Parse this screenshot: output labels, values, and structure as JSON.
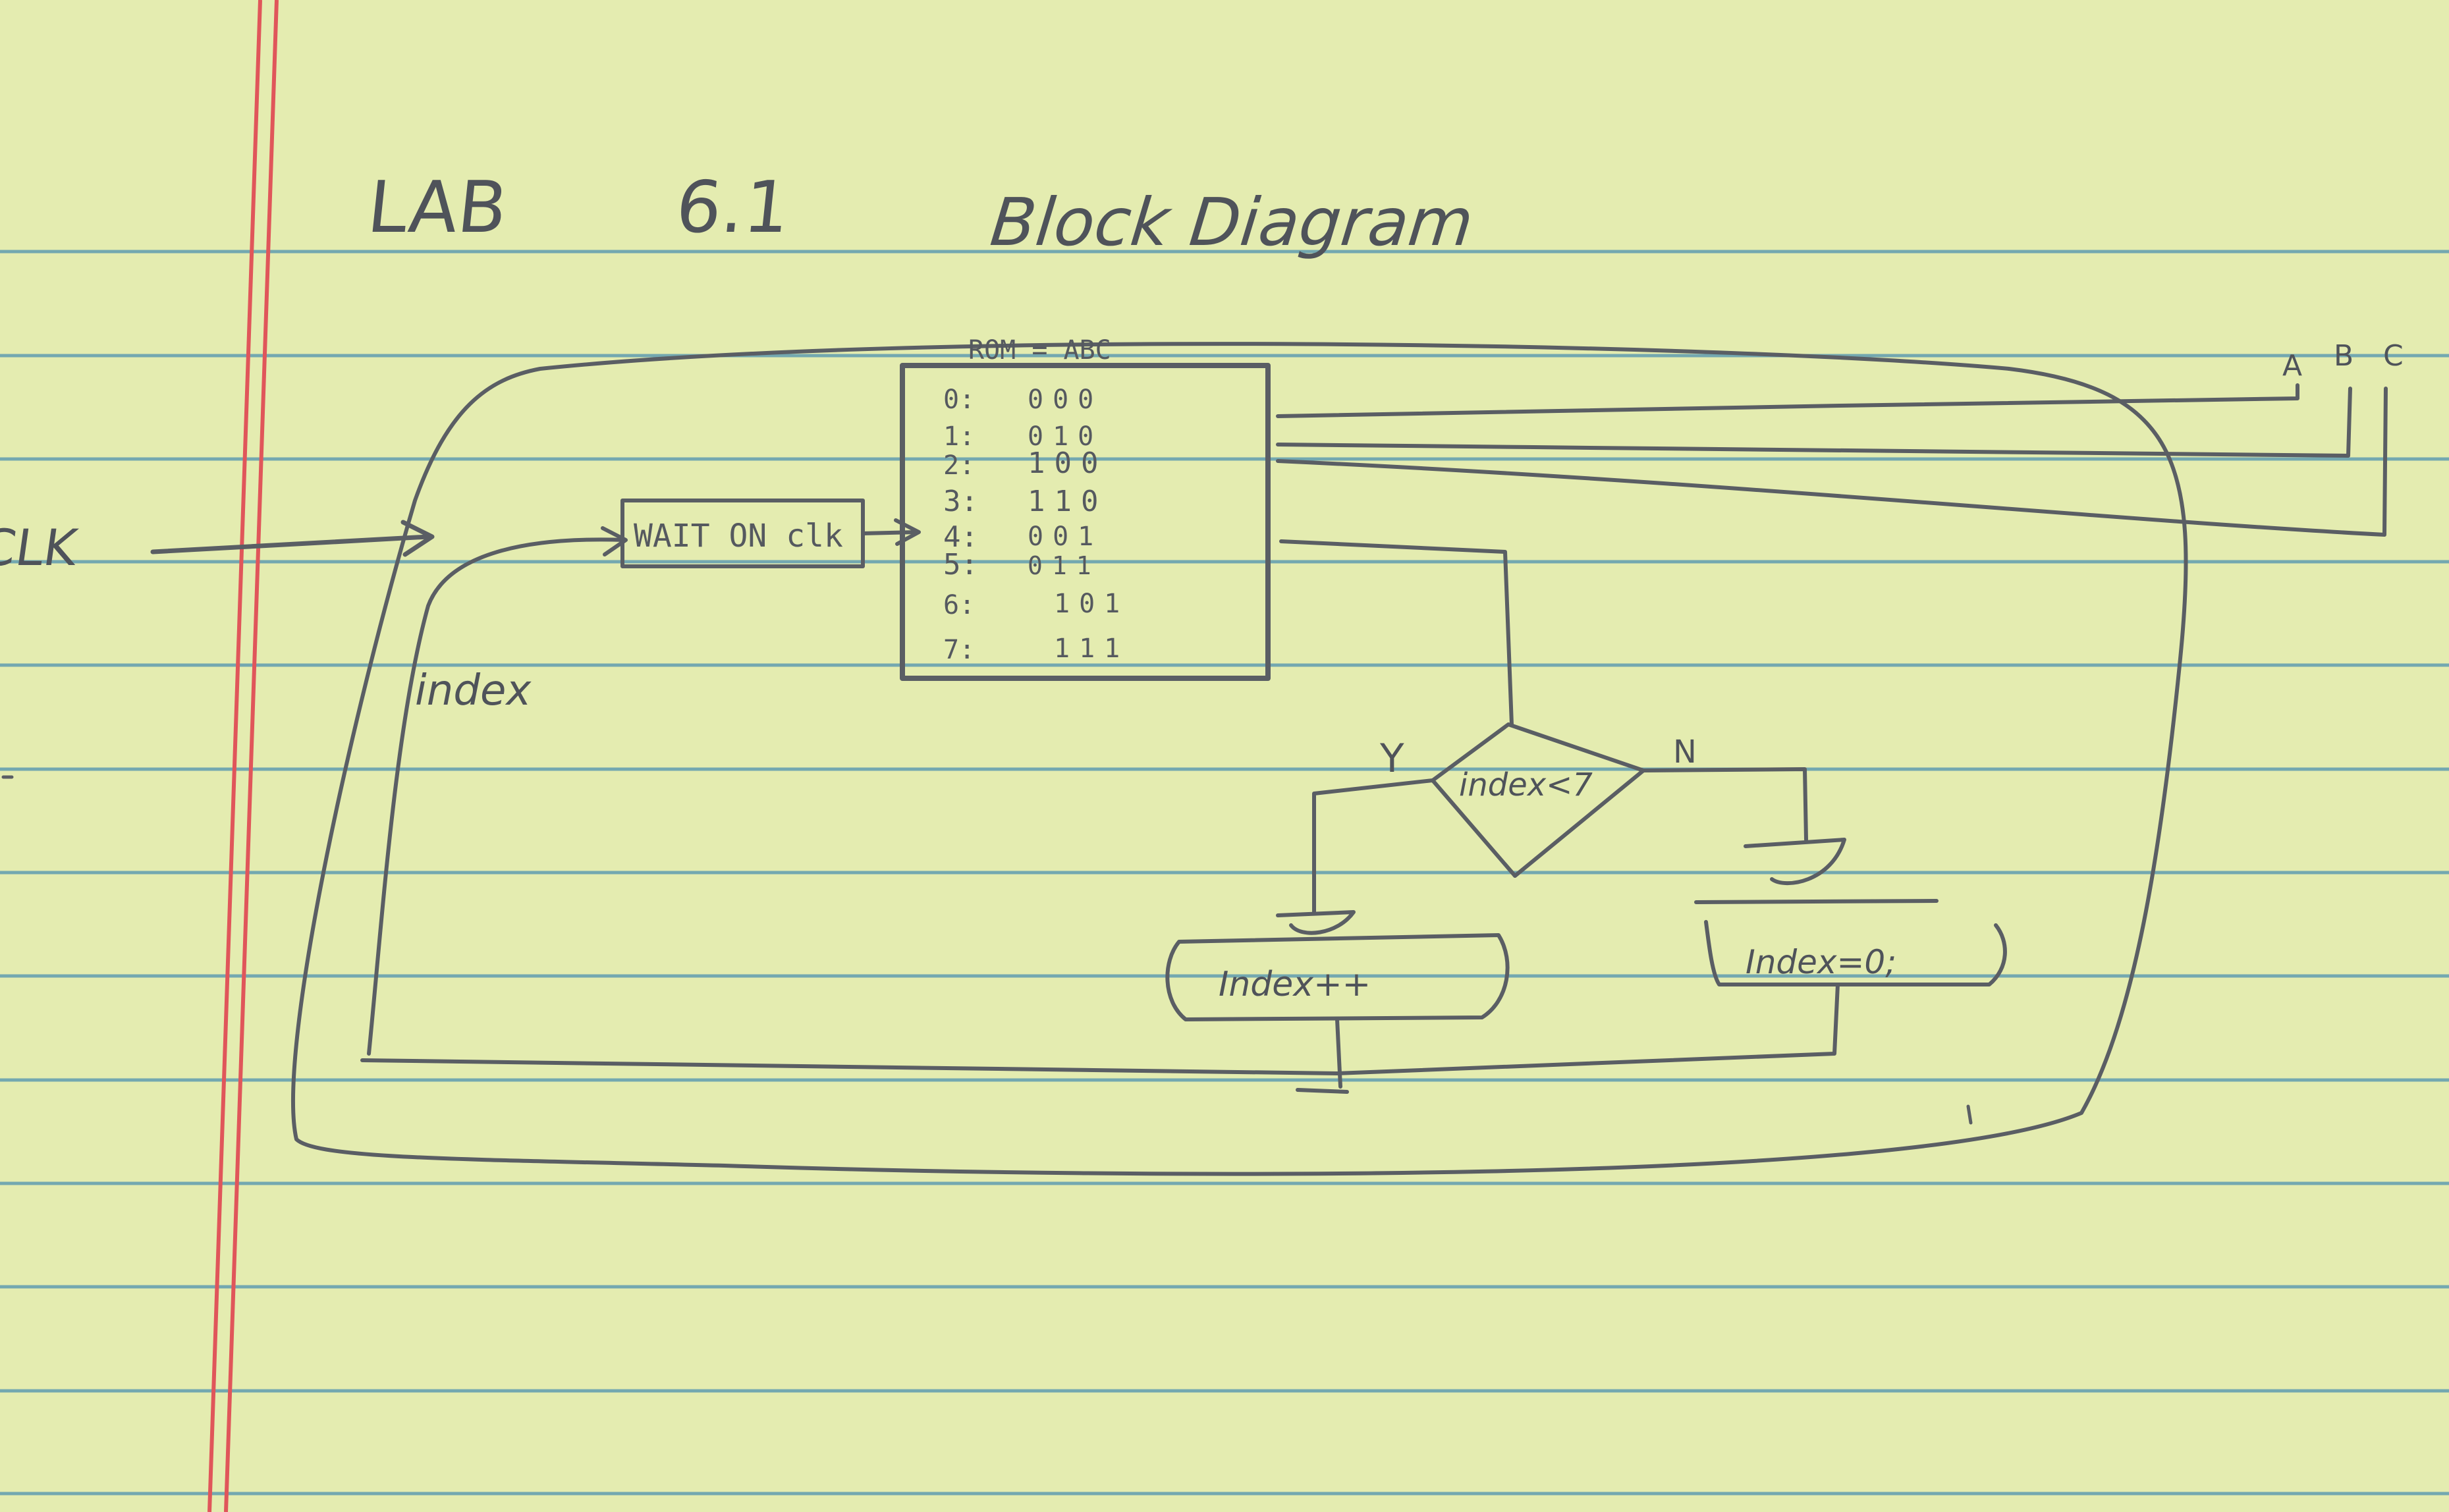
{
  "title": {
    "lab": "LAB",
    "number": "6.1",
    "words": "Block Diagram"
  },
  "signals": {
    "clock": "CLK",
    "index": "index"
  },
  "outputs": [
    "A",
    "B",
    "C"
  ],
  "wait_block": {
    "label": "WAIT ON clk"
  },
  "rom": {
    "heading": "ROM = ABC",
    "rows": [
      {
        "addr": "0:",
        "bits": "000"
      },
      {
        "addr": "1:",
        "bits": "010"
      },
      {
        "addr": "2:",
        "bits": "100"
      },
      {
        "addr": "3:",
        "bits": "110"
      },
      {
        "addr": "4:",
        "bits": "001"
      },
      {
        "addr": "5:",
        "bits": "011"
      },
      {
        "addr": "6:",
        "bits": "101"
      },
      {
        "addr": "7:",
        "bits": "111"
      }
    ]
  },
  "decision": {
    "condition": "index<7",
    "yes_label": "Y",
    "no_label": "N"
  },
  "actions": {
    "increment": "Index++",
    "reset": "Index=0;"
  },
  "colors": {
    "paper": "#e4ecb0",
    "rule_line": "#5f9cb0",
    "margin_line": "#e0565a",
    "pencil": "#5a5e64"
  }
}
